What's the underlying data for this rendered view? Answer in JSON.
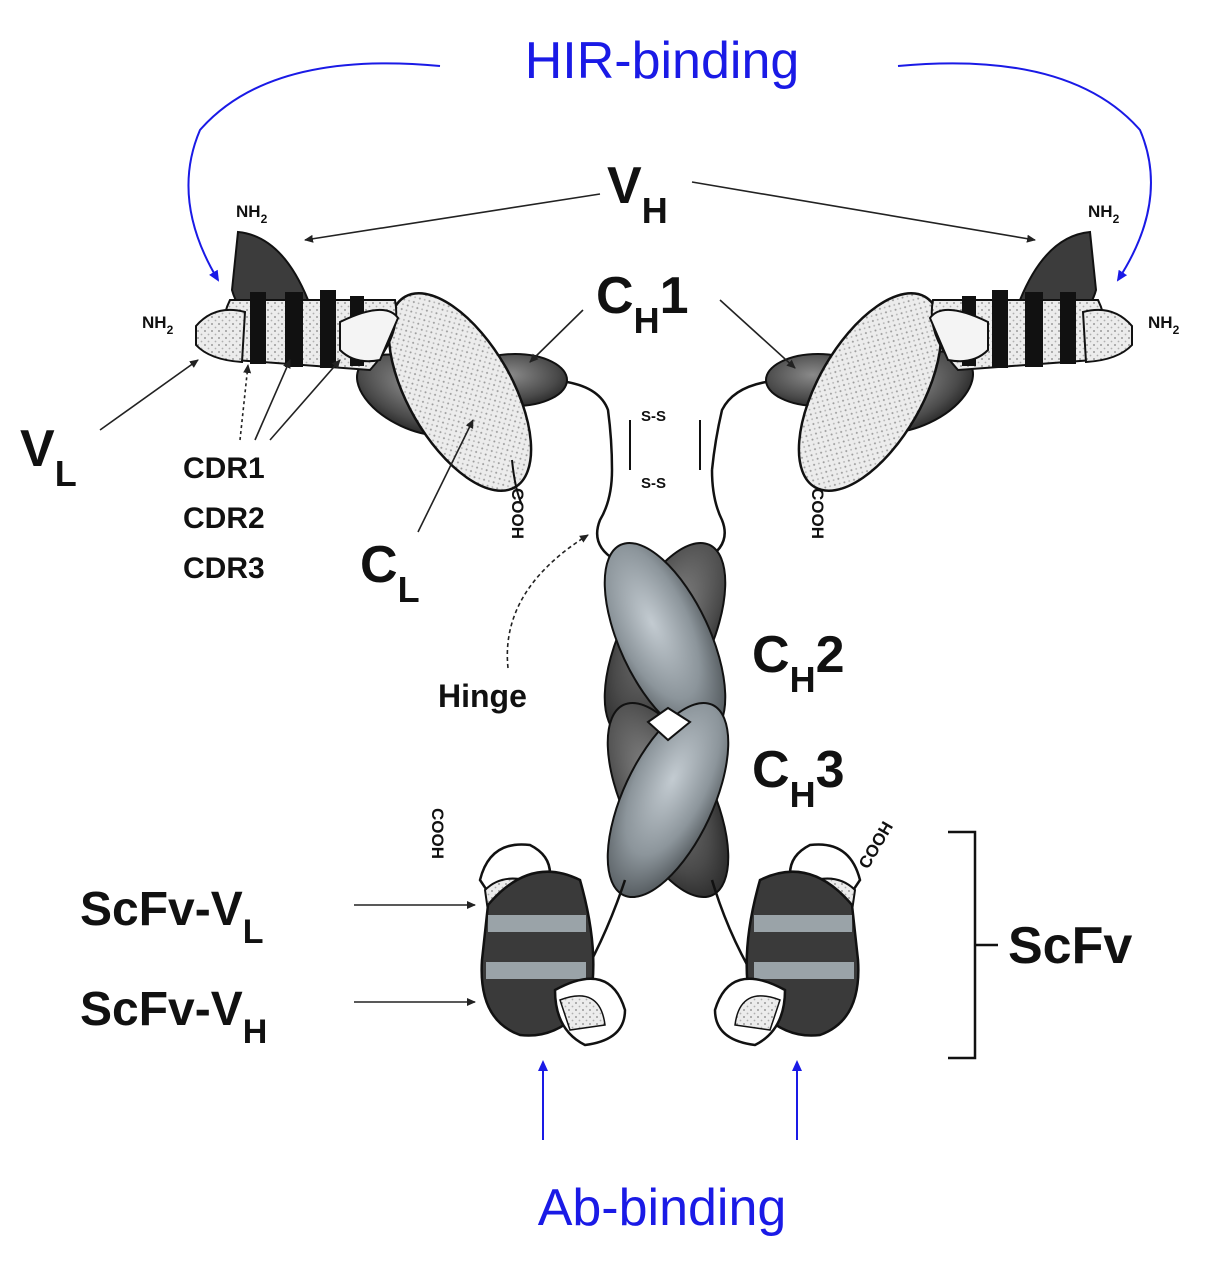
{
  "diagram": {
    "top_label": "HIR-binding",
    "bottom_label": "Ab-binding",
    "vh": {
      "main": "V",
      "sub": "H"
    },
    "vl": {
      "main": "V",
      "sub": "L"
    },
    "ch1": {
      "main": "C",
      "sub": "H",
      "suffix": "1"
    },
    "cl": {
      "main": "C",
      "sub": "L"
    },
    "ch2": {
      "main": "C",
      "sub": "H",
      "suffix": "2"
    },
    "ch3": {
      "main": "C",
      "sub": "H",
      "suffix": "3"
    },
    "cdr1": "CDR1",
    "cdr2": "CDR2",
    "cdr3": "CDR3",
    "hinge": "Hinge",
    "disulfide": "S-S",
    "nh2": {
      "main": "NH",
      "sub": "2"
    },
    "cooh": "COOH",
    "scfv_vl": {
      "main": "ScFv-V",
      "sub": "L"
    },
    "scfv_vh": {
      "main": "ScFv-V",
      "sub": "H"
    },
    "scfv": "ScFv"
  },
  "colors": {
    "accent_blue": "#1a1ae6",
    "domain_dark": "#2e2e2e",
    "domain_mid": "#6e6e6e",
    "domain_light": "#b4bcc2",
    "stipple": "#e6e6e6"
  }
}
